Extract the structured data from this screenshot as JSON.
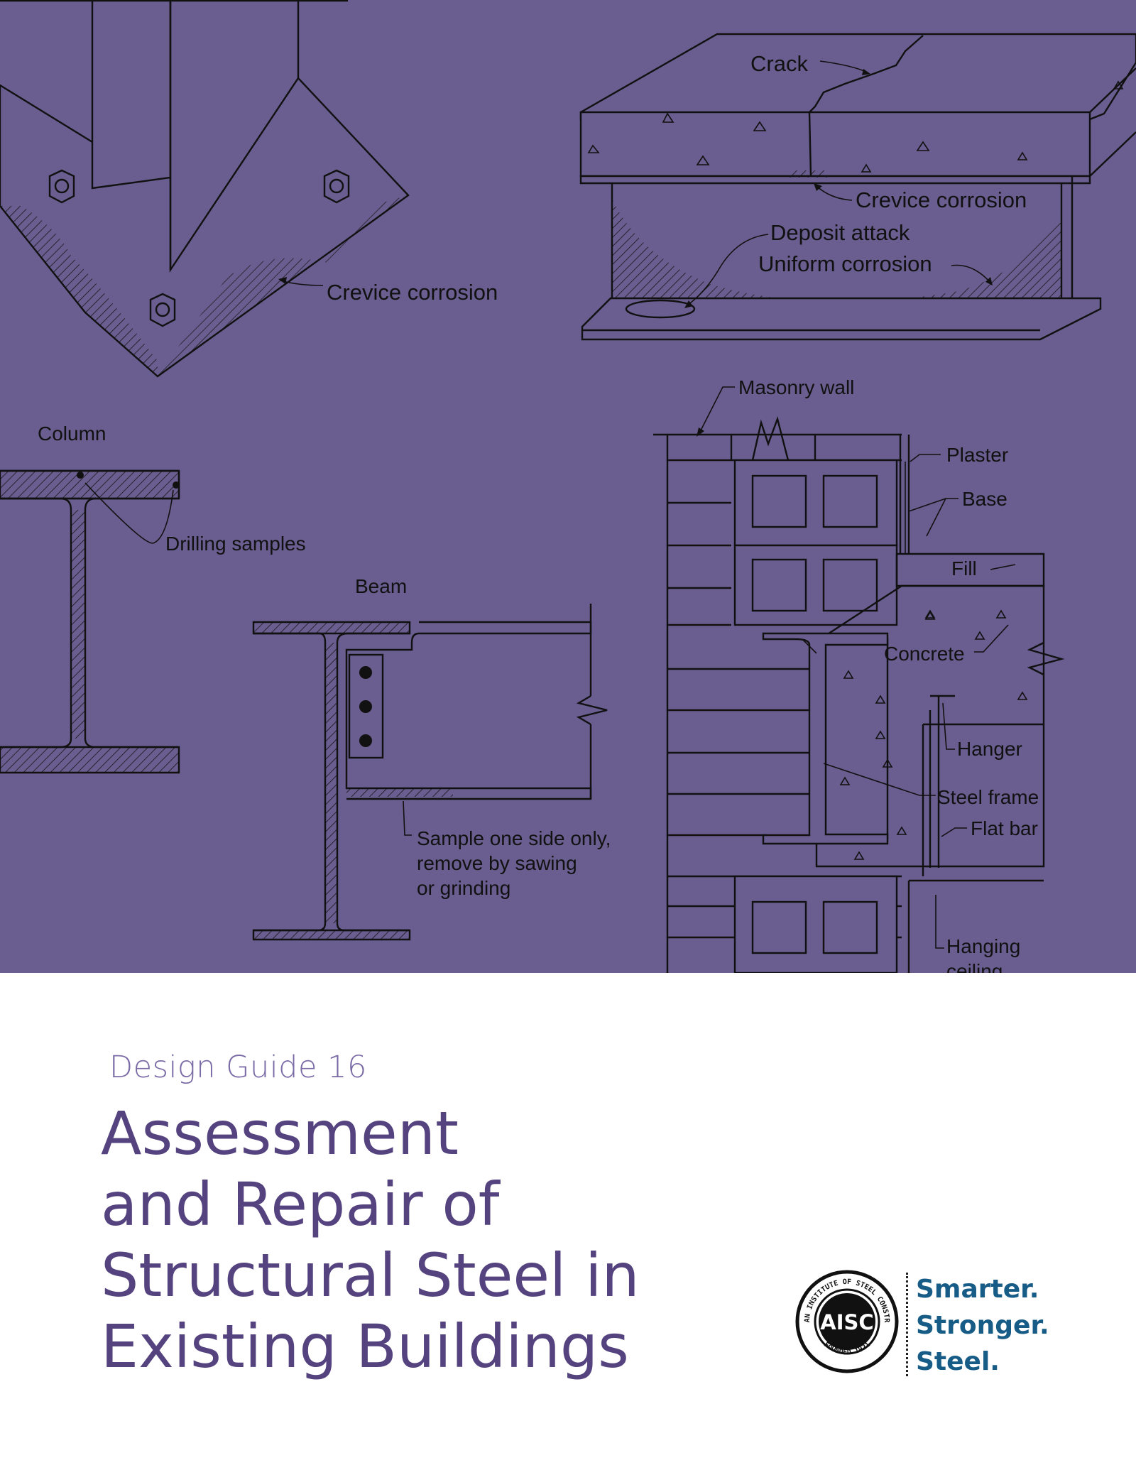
{
  "cover_labels": {
    "crevice_corrosion_left": "Crevice corrosion",
    "crack": "Crack",
    "crevice_corrosion_right": "Crevice corrosion",
    "deposit_attack": "Deposit attack",
    "uniform_corrosion": "Uniform corrosion",
    "column": "Column",
    "drilling_samples": "Drilling samples",
    "beam": "Beam",
    "sample_note_1": "Sample one side only,",
    "sample_note_2": "remove by sawing",
    "sample_note_3": "or grinding",
    "masonry_wall": "Masonry wall",
    "plaster": "Plaster",
    "base": "Base",
    "fill": "Fill",
    "concrete": "Concrete",
    "hanger": "Hanger",
    "steel_frame": "Steel frame",
    "flat_bar": "Flat bar",
    "hanging_ceiling_1": "Hanging",
    "hanging_ceiling_2": "ceiling"
  },
  "series": "Design Guide 16",
  "title_lines": [
    "Assessment",
    "and Repair of",
    "Structural Steel in",
    "Existing Buildings"
  ],
  "logo": {
    "ring_top": "AMERICAN INSTITUTE OF STEEL CONSTRUCTION",
    "ring_bottom": "FOUNDED 1921",
    "monogram": "AISC"
  },
  "tagline": [
    "Smarter.",
    "Stronger.",
    "Steel."
  ],
  "colors": {
    "cover_background": "#6a5d8f",
    "title": "#54437f",
    "series": "#7a6aa6",
    "tagline": "#175c86"
  }
}
